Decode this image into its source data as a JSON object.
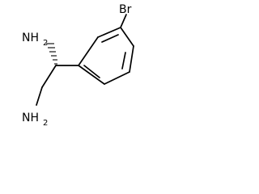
{
  "molecule": {
    "labels": {
      "bromo": "Br",
      "upper_amine": {
        "main": "NH",
        "sub": "2"
      },
      "lower_amine": {
        "main": "NH",
        "sub": "2"
      }
    }
  }
}
